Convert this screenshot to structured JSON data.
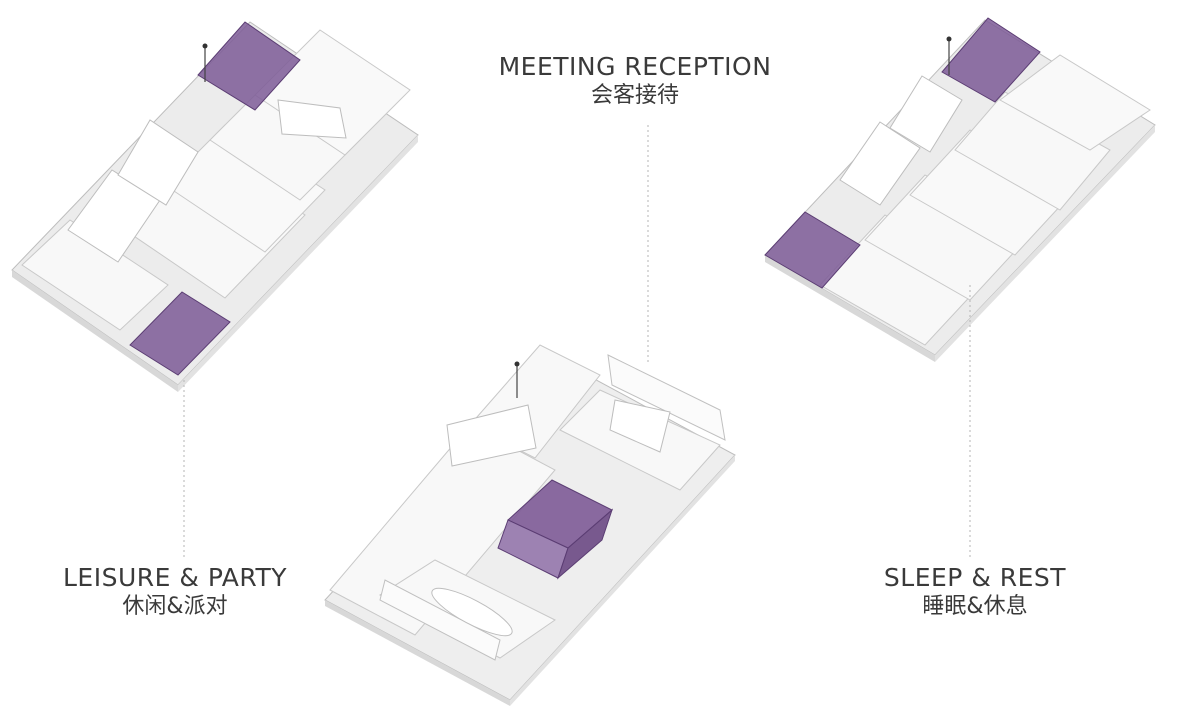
{
  "labels": {
    "meeting": {
      "en": "MEETING RECEPTION",
      "zh": "会客接待"
    },
    "leisure": {
      "en": "LEISURE & PARTY",
      "zh": "休闲&派对"
    },
    "sleep": {
      "en": "SLEEP & REST",
      "zh": "睡眠&休息"
    }
  },
  "colors": {
    "background": "#ffffff",
    "cushion": "#f7f7f7",
    "cushion_stroke": "#c9c9c9",
    "platform": "#eeeeee",
    "accent_purple": "#7d5a96",
    "accent_purple_dark": "#5b3d73",
    "text": "#3a3a3a",
    "leader_line": "#b5b5b5"
  }
}
